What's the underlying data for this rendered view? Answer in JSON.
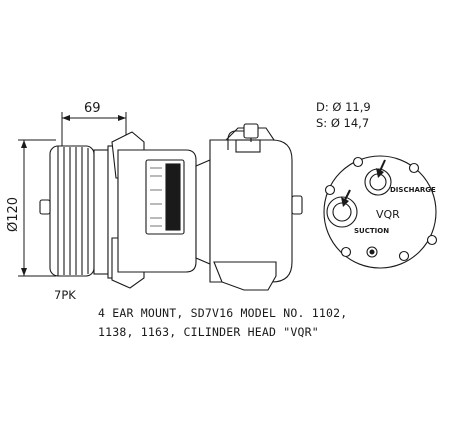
{
  "dimensions": {
    "width_label": "69",
    "diameter_label": "Ø120",
    "belt_label": "7PK"
  },
  "ports": {
    "discharge_spec": "D: Ø 11,9",
    "suction_spec": "S: Ø 14,7",
    "discharge_label": "DISCHARGE",
    "suction_label": "SUCTION",
    "head_code": "VQR"
  },
  "caption": {
    "line1": "4 EAR MOUNT, SD7V16 MODEL NO. 1102,",
    "line2": "1138, 1163, CILINDER HEAD \"VQR\""
  },
  "colors": {
    "line": "#1a1a1a",
    "body": "#ffffff"
  }
}
